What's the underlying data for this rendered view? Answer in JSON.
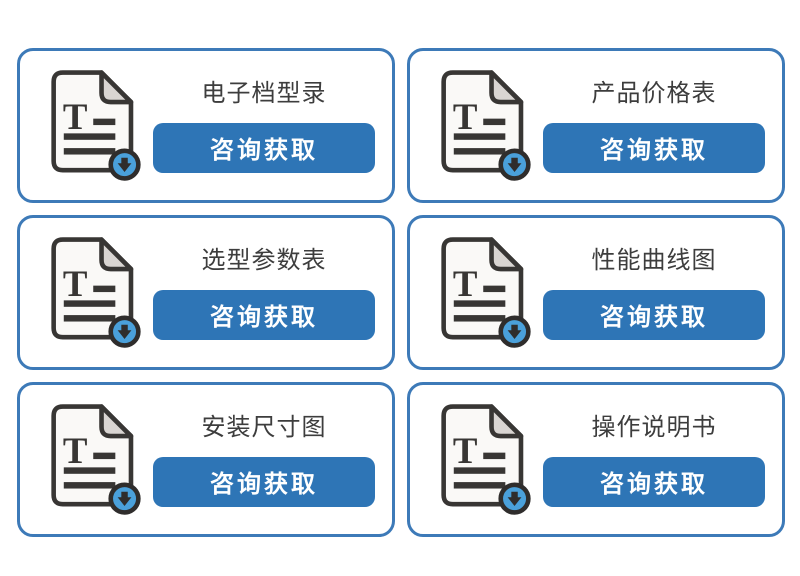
{
  "colors": {
    "card_border": "#3d7ab8",
    "button_background": "#2e75b6",
    "button_text": "#ffffff",
    "title_text": "#3d3d3d",
    "icon_outline": "#383634",
    "icon_page_fill": "#faf9f7",
    "icon_fold_fill": "#d9d5d2",
    "icon_badge_blue": "#4aa0da"
  },
  "icon": {
    "name": "document-download-icon"
  },
  "cards": [
    {
      "title": "电子档型录",
      "button": "咨询获取"
    },
    {
      "title": "产品价格表",
      "button": "咨询获取"
    },
    {
      "title": "选型参数表",
      "button": "咨询获取"
    },
    {
      "title": "性能曲线图",
      "button": "咨询获取"
    },
    {
      "title": "安装尺寸图",
      "button": "咨询获取"
    },
    {
      "title": "操作说明书",
      "button": "咨询获取"
    }
  ]
}
